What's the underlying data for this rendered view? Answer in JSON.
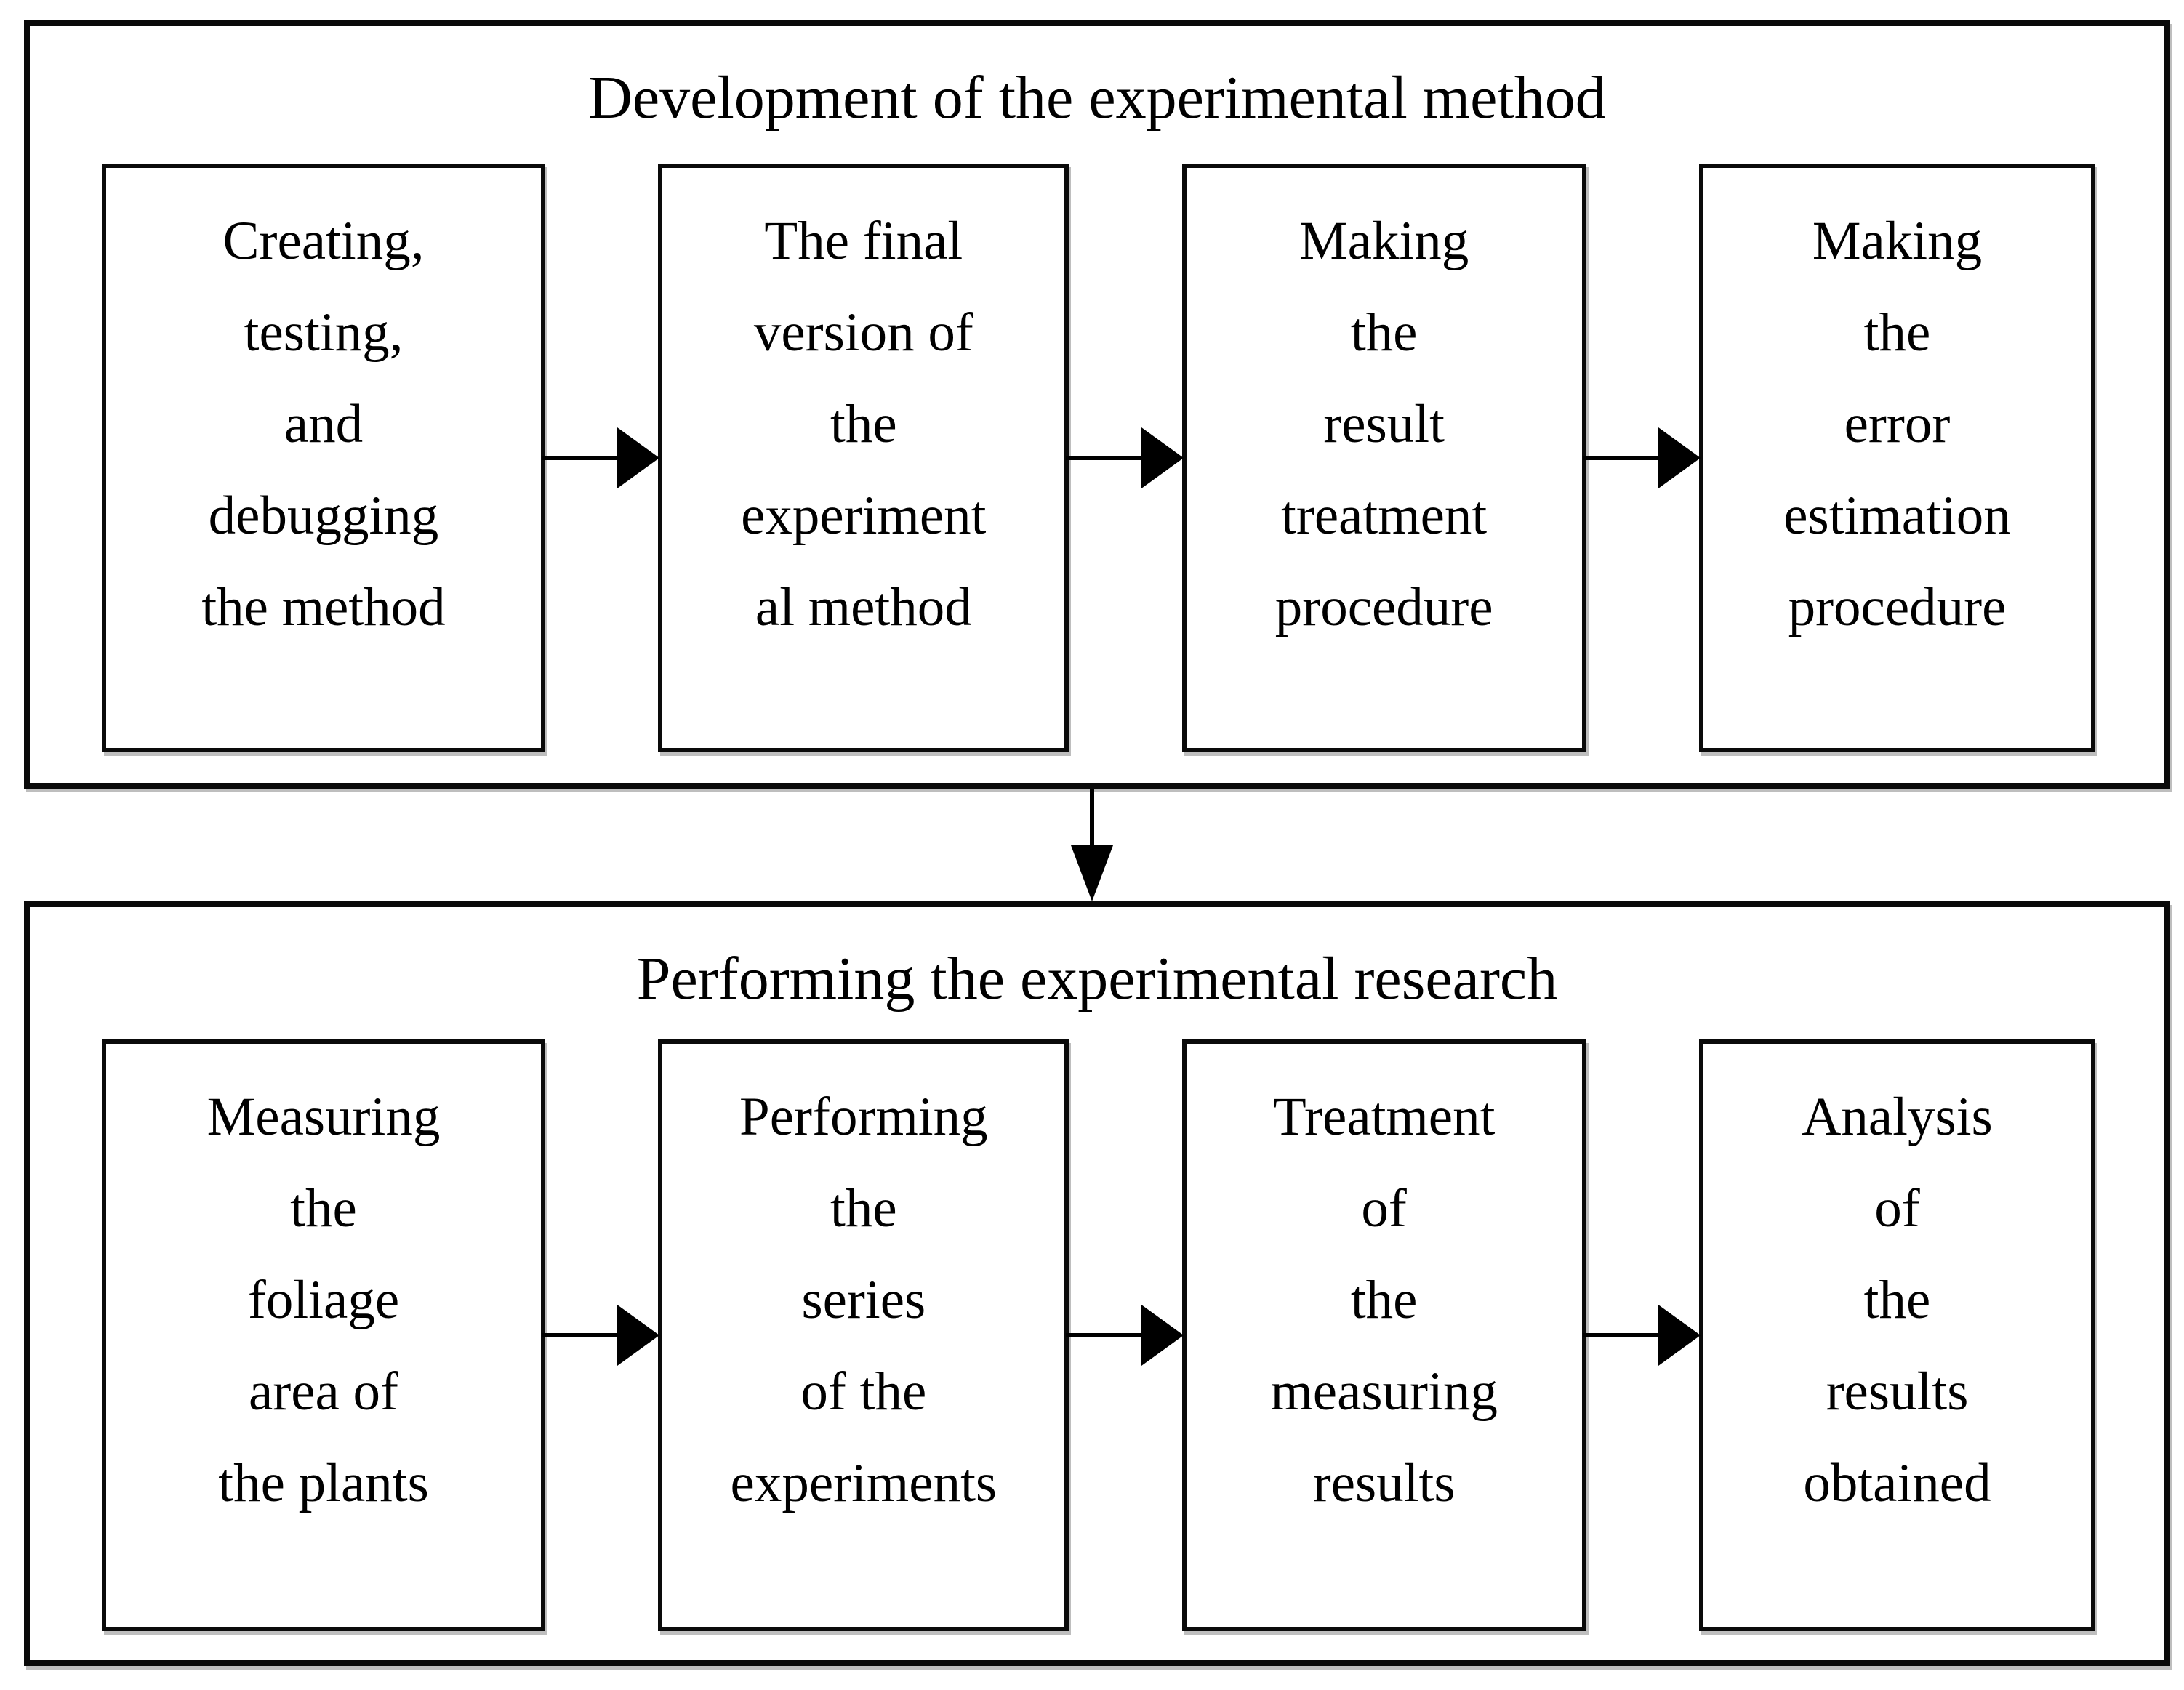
{
  "diagram": {
    "type": "flowchart",
    "colors": {
      "border": "#000000",
      "background": "#ffffff",
      "text": "#000000"
    },
    "stages": [
      {
        "title": "Development of the experimental method",
        "steps": [
          {
            "lines": [
              "Creating,",
              "testing,",
              "and",
              "debugging",
              "the method"
            ]
          },
          {
            "lines": [
              "The final",
              "version of",
              "the",
              "experiment",
              "al method"
            ]
          },
          {
            "lines": [
              "Making",
              "the",
              "result",
              "treatment",
              "procedure"
            ]
          },
          {
            "lines": [
              "Making",
              "the",
              "error",
              "estimation",
              "procedure"
            ]
          }
        ]
      },
      {
        "title": "Performing the experimental research",
        "steps": [
          {
            "lines": [
              "Measuring",
              "the",
              "foliage",
              "area of",
              "the plants"
            ]
          },
          {
            "lines": [
              "Performing",
              "the",
              "series",
              "of the",
              "experiments"
            ]
          },
          {
            "lines": [
              "Treatment",
              "of",
              "the",
              "measuring",
              "results"
            ]
          },
          {
            "lines": [
              "Analysis",
              "of",
              "the",
              "results",
              "obtained"
            ]
          }
        ]
      }
    ]
  }
}
